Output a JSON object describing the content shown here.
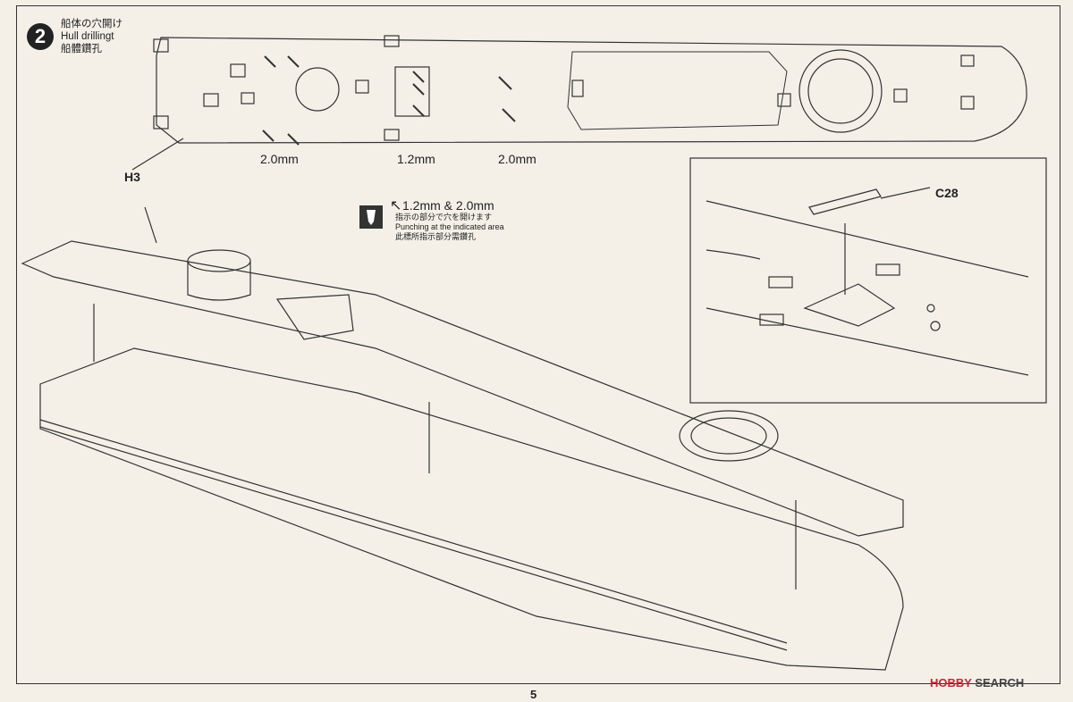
{
  "step": {
    "number": "2",
    "title_ja": "船体の穴開け",
    "title_en": "Hull drillingt",
    "title_zh": "船體鑽孔"
  },
  "dimensions": {
    "left": "2.0mm",
    "center": "1.2mm",
    "right": "2.0mm"
  },
  "parts": {
    "hull_deck": "H3",
    "insert": "C28"
  },
  "legend": {
    "sizes": "1.2mm & 2.0mm",
    "line_ja": "指示の部分で穴を開けます",
    "line_en": "Punching at the indicated area",
    "line_zh": "此標所指示部分需鑽孔"
  },
  "page_number": "5",
  "watermark": {
    "brand": "HOBBY",
    "search": "SEARCH"
  },
  "colors": {
    "line": "#333333",
    "paper": "#f4f0e8",
    "watermark": "#cc2233"
  }
}
